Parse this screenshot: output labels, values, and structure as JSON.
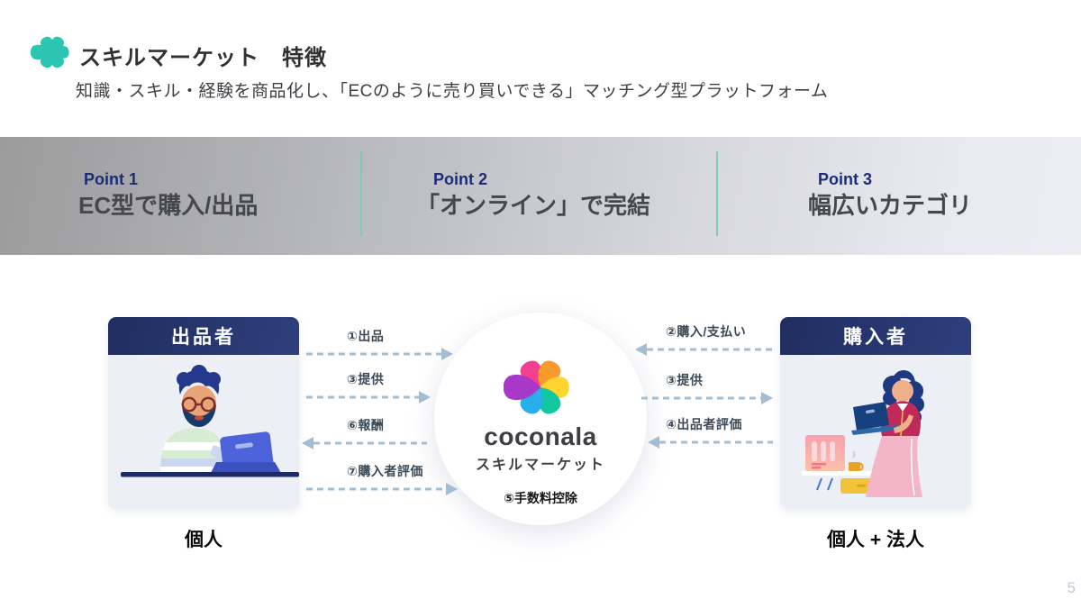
{
  "slide": {
    "title": "スキルマーケット　特徴",
    "subtitle": "知識・スキル・経験を商品化し、「ECのように売り買いできる」マッチング型プラットフォーム",
    "page_number": "5"
  },
  "points": [
    {
      "label": "Point 1",
      "title": "EC型で購入/出品"
    },
    {
      "label": "Point 2",
      "title": "「オンライン」で完結"
    },
    {
      "label": "Point 3",
      "title": "幅広いカテゴリ"
    }
  ],
  "diagram": {
    "seller": {
      "header": "出品者",
      "caption": "個人"
    },
    "buyer": {
      "header": "購入者",
      "caption": "個人 + 法人"
    },
    "center": {
      "brand": "coconala",
      "service": "スキルマーケット",
      "note": "⑤手数料控除"
    },
    "left_flows": [
      {
        "label": "①出品",
        "direction": "to-center"
      },
      {
        "label": "③提供",
        "direction": "to-center"
      },
      {
        "label": "⑥報酬",
        "direction": "to-seller"
      },
      {
        "label": "⑦購入者評価",
        "direction": "to-center"
      }
    ],
    "right_flows": [
      {
        "label": "②購入/支払い",
        "direction": "to-center"
      },
      {
        "label": "③提供",
        "direction": "to-buyer"
      },
      {
        "label": "④出品者評価",
        "direction": "to-center"
      }
    ]
  },
  "colors": {
    "brand_teal": "#2cc5b1",
    "point_navy": "#1c2b7a",
    "header_navy": "#24346c",
    "band_divider_teal": "#7bccb9",
    "arrow_blue_gray": "#a3bed2",
    "logo_petals": [
      "#f23f8f",
      "#f89a2c",
      "#ffd42e",
      "#12c7a0",
      "#28aeeb",
      "#a838c8"
    ]
  }
}
